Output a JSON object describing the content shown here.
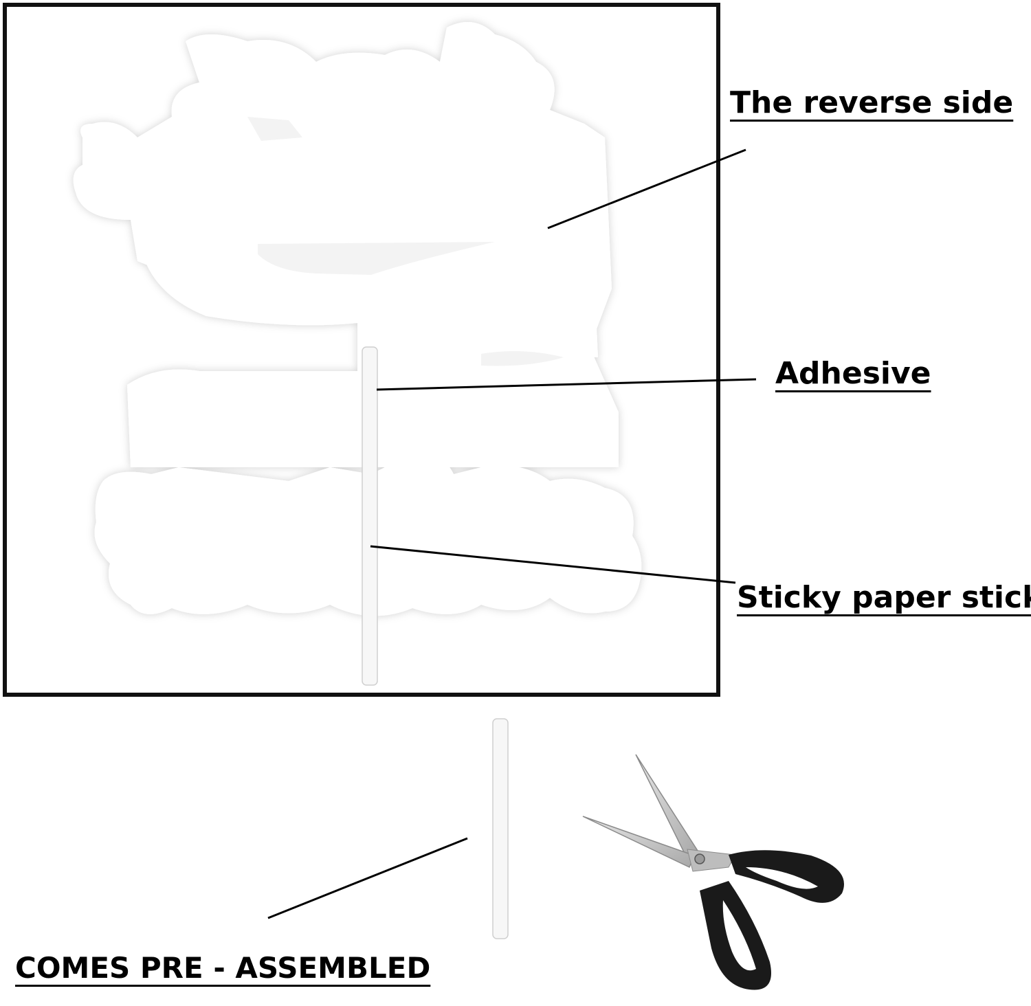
{
  "labels": {
    "reverse_side": "The reverse side",
    "adhesive": "Adhesive",
    "sticky_stick": "Sticky paper stick",
    "pre_assembled": "COMES PRE - ASSEMBLED"
  },
  "colors": {
    "frame": "#111111",
    "leader_line": "#000000",
    "topper": "#ffffff",
    "shadow": "#e6e6e6",
    "stick": "#f7f7f7",
    "scissor_handle": "#1a1a1a",
    "scissor_blade": "#c9c9c9"
  },
  "icons": {
    "topper": "cake-topper-reverse-shape",
    "stick": "paper-stick",
    "tool": "scissors-icon"
  }
}
